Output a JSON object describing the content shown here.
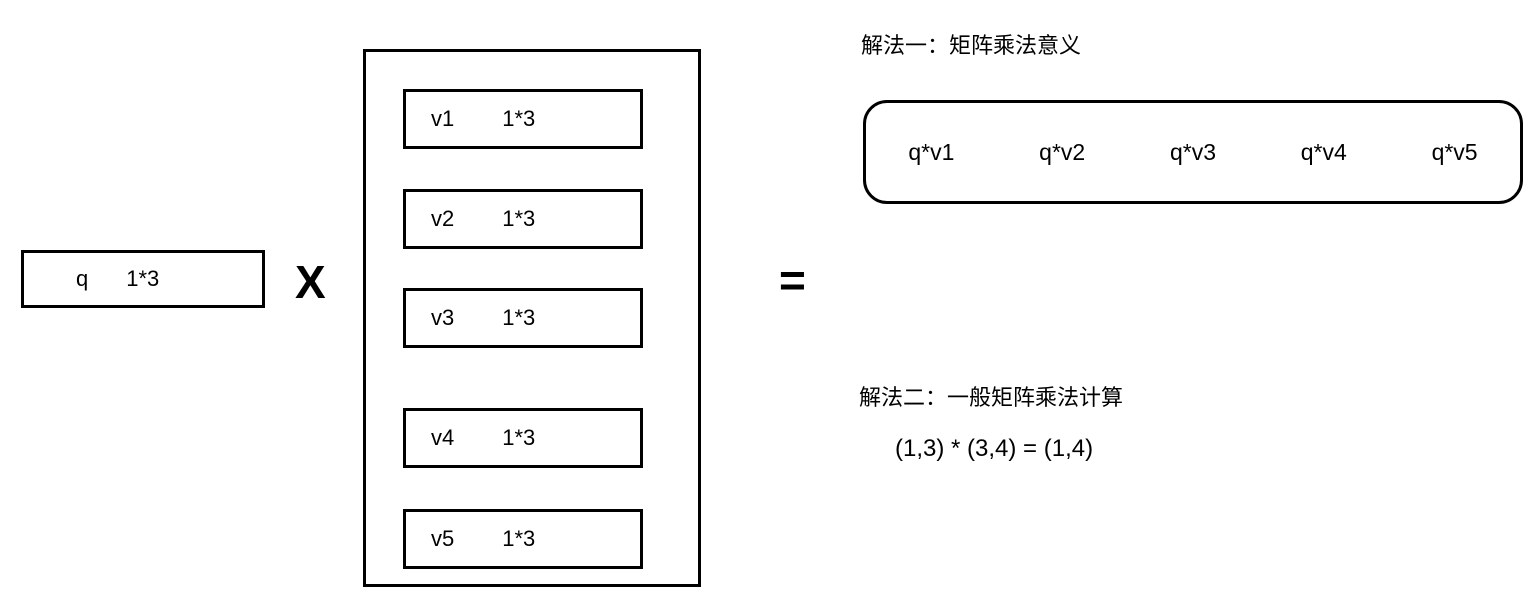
{
  "diagram": {
    "background_color": "#ffffff",
    "stroke_color": "#000000",
    "operands": {
      "q": {
        "label": "q",
        "dims": "1*3"
      }
    },
    "operators": {
      "multiply": "X",
      "equals": "="
    },
    "matrix": {
      "rows": [
        {
          "label": "v1",
          "dims": "1*3"
        },
        {
          "label": "v2",
          "dims": "1*3"
        },
        {
          "label": "v3",
          "dims": "1*3"
        },
        {
          "label": "v4",
          "dims": "1*3"
        },
        {
          "label": "v5",
          "dims": "1*3"
        }
      ]
    },
    "solution1": {
      "title": "解法一：矩阵乘法意义",
      "results": [
        "q*v1",
        "q*v2",
        "q*v3",
        "q*v4",
        "q*v5"
      ]
    },
    "solution2": {
      "title": "解法二：一般矩阵乘法计算",
      "formula": "(1,3) * (3,4) = (1,4)"
    }
  }
}
